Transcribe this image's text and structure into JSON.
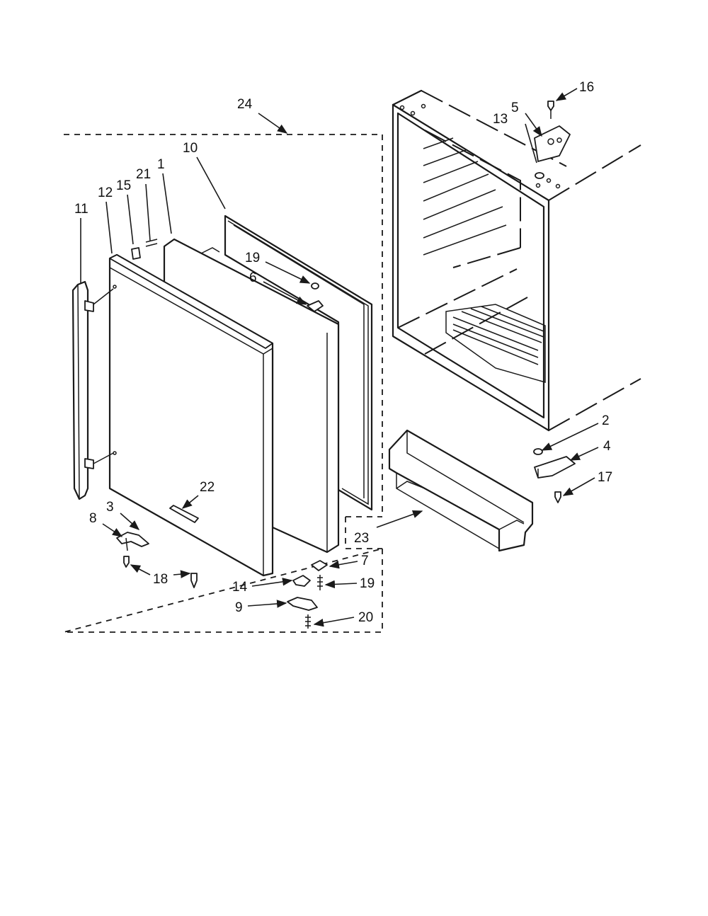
{
  "callouts": {
    "c1": "1",
    "c2": "2",
    "c3": "3",
    "c4": "4",
    "c5": "5",
    "c6": "6",
    "c7": "7",
    "c8": "8",
    "c9": "9",
    "c10": "10",
    "c11": "11",
    "c12": "12",
    "c13": "13",
    "c14": "14",
    "c15": "15",
    "c16": "16",
    "c17": "17",
    "c18": "18",
    "c19a": "19",
    "c19b": "19",
    "c20": "20",
    "c21": "21",
    "c22": "22",
    "c23": "23",
    "c24": "24"
  }
}
